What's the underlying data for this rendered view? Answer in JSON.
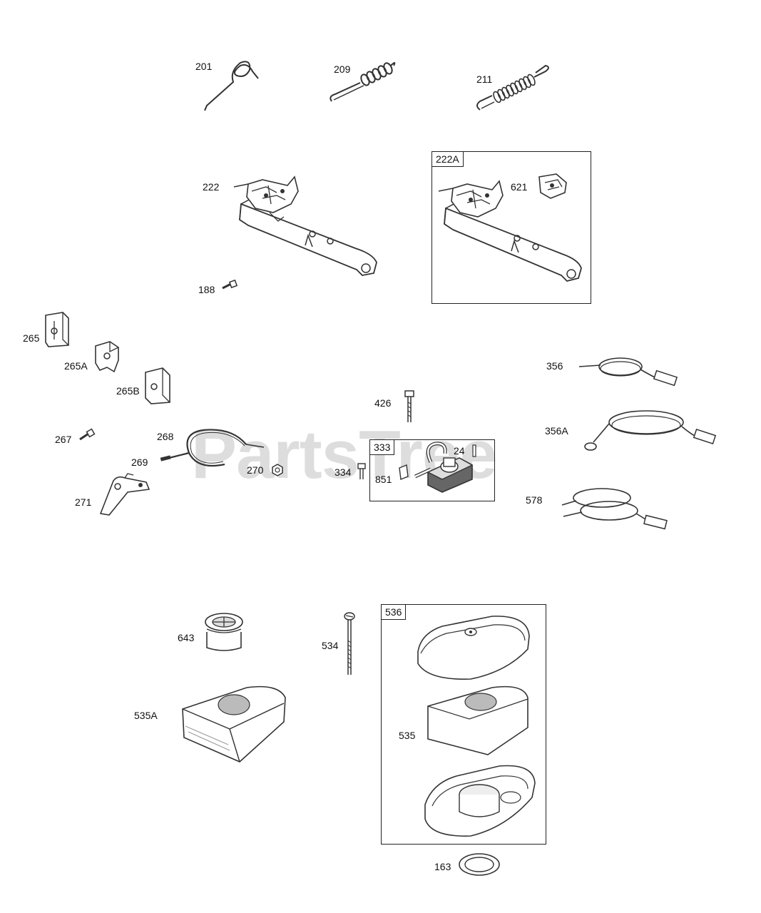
{
  "watermark": "PartsTree",
  "labels": {
    "p201": "201",
    "p209": "209",
    "p211": "211",
    "p222": "222",
    "p188": "188",
    "p621": "621",
    "p265": "265",
    "p265A": "265A",
    "p265B": "265B",
    "p267": "267",
    "p268": "268",
    "p269": "269",
    "p270": "270",
    "p271": "271",
    "p426": "426",
    "p334": "334",
    "p24": "24",
    "p851": "851",
    "p356": "356",
    "p356A": "356A",
    "p578": "578",
    "p643": "643",
    "p534": "534",
    "p535A": "535A",
    "p535": "535",
    "p163": "163"
  },
  "boxes": {
    "b222A": "222A",
    "b333": "333",
    "b536": "536"
  },
  "icons": [
    "spring-icon",
    "bracket-icon",
    "wire-harness-icon",
    "air-filter-icon",
    "screw-icon"
  ]
}
